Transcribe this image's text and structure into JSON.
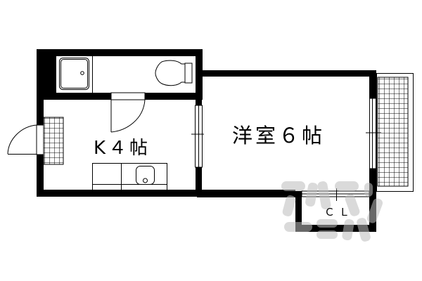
{
  "floor_plan": {
    "rooms": [
      {
        "id": "kitchen",
        "label": "K４帖",
        "type": "kitchen",
        "size_jo": 4
      },
      {
        "id": "western_room",
        "label": "洋室６帖",
        "type": "western-style room",
        "size_jo": 6
      },
      {
        "id": "closet",
        "label": "ＣＬ",
        "type": "closet"
      },
      {
        "id": "bathroom",
        "label": "",
        "type": "unit bath / toilet"
      },
      {
        "id": "balcony",
        "label": "",
        "type": "balcony"
      }
    ],
    "fixtures": [
      "bathtub",
      "toilet",
      "kitchen-sink",
      "entrance-door",
      "interior-door",
      "shoe-box-mat",
      "windows"
    ],
    "colors": {
      "wall": "#000000",
      "background": "#ffffff",
      "watermark": "#c8c8c8"
    }
  },
  "labels": {
    "kitchen": "K４帖",
    "western_room": "洋室６帖",
    "closet": "ＣＬ"
  }
}
